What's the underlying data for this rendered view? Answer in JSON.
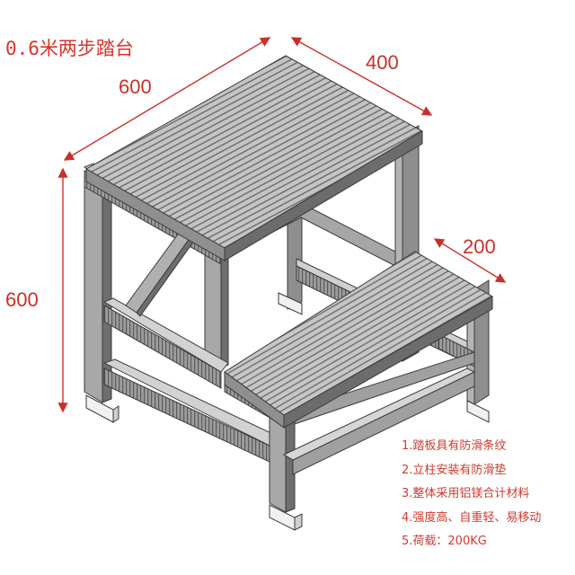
{
  "title": "0.6米两步踏台",
  "dimensions": {
    "width": "600",
    "depth": "400",
    "step": "200",
    "height": "600"
  },
  "notes": [
    "1.踏板具有防滑条纹",
    "2.立柱安装有防滑垫",
    "3.整体采用铝镁合计材料",
    "4.强度高、自重轻、易移动",
    "5.荷载：200KG"
  ],
  "colors": {
    "accent": "#c8302a",
    "frame_dark": "#4a4a4a",
    "frame_face": "#9a9a9a",
    "frame_light": "#d4d4d4",
    "tread": "#b8b8b8",
    "pad": "#f1f1f1"
  }
}
